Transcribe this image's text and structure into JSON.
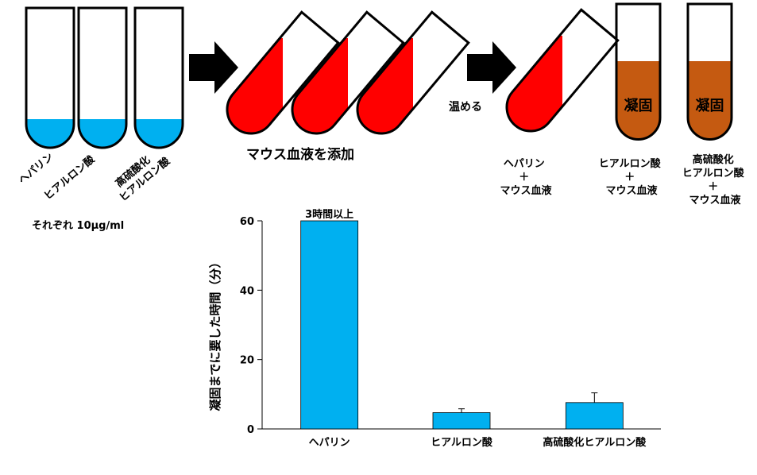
{
  "diagram": {
    "tubes_left": [
      {
        "label_lines": [
          "ヘパリン"
        ]
      },
      {
        "label_lines": [
          "ヒアルロン酸"
        ]
      },
      {
        "label_lines": [
          "高硫酸化",
          "ヒアルロン酸"
        ]
      }
    ],
    "concentration": "それぞれ 10μg/ml",
    "add_blood": "マウス血液を添加",
    "warm": "温める",
    "results": [
      {
        "lines": [
          "ヘパリン",
          "＋",
          "マウス血液"
        ],
        "clot": ""
      },
      {
        "lines": [
          "ヒアルロン酸",
          "＋",
          "マウス血液"
        ],
        "clot": "凝固"
      },
      {
        "lines": [
          "高硫酸化",
          "ヒアルロン酸",
          "＋",
          "マウス血液"
        ],
        "clot": "凝固"
      }
    ],
    "colors": {
      "solution": "#00b0f0",
      "blood": "#ff0000",
      "clot": "#c55a11",
      "arrow": "#000000"
    }
  },
  "chart_data": {
    "type": "bar",
    "categories": [
      "ヘパリン",
      "ヒアルロン酸",
      "高硫酸化ヒアルロン酸"
    ],
    "values": [
      60,
      4.7,
      7.6
    ],
    "errors": [
      0,
      1.1,
      2.8
    ],
    "ylabel": "凝固までに要した時間（分）",
    "ylim": [
      0,
      60
    ],
    "yticks": [
      "0",
      "20",
      "40",
      "60"
    ],
    "annotation": "3時間以上",
    "bar_color": "#00b0f0",
    "grid": false
  }
}
